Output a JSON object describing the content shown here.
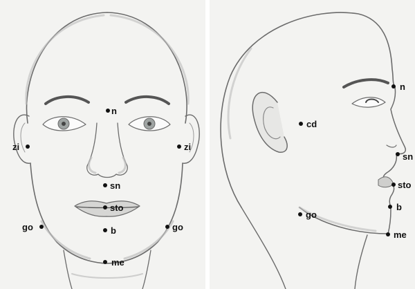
{
  "colors": {
    "background": "#f3f3f1",
    "pencil": "#6b6b6b",
    "shade": "#bdbdbd",
    "ink": "#111111"
  },
  "front_view": {
    "landmarks": {
      "n": "n",
      "zi_left": "zi",
      "zi_right": "zi",
      "sn": "sn",
      "sto": "sto",
      "go_left": "go",
      "go_right": "go",
      "b": "b",
      "me": "me"
    }
  },
  "side_view": {
    "landmarks": {
      "n": "n",
      "cd": "cd",
      "sn": "sn",
      "sto": "sto",
      "b": "b",
      "go": "go",
      "me": "me"
    }
  }
}
